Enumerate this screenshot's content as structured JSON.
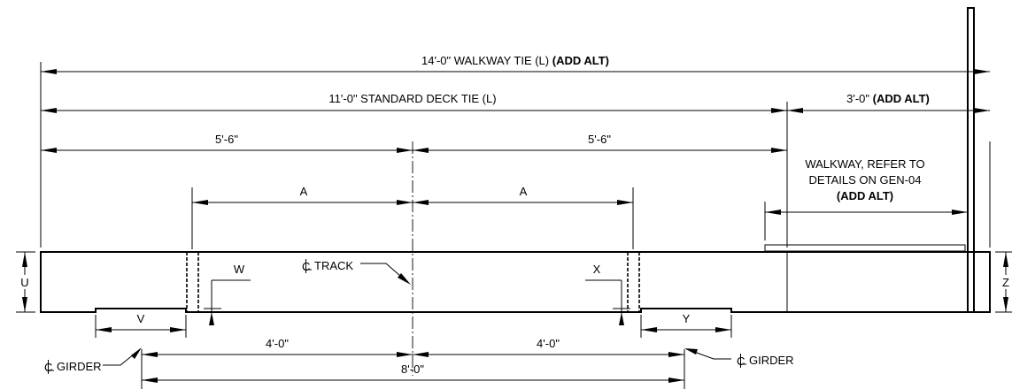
{
  "dimensions": {
    "walkway_tie": {
      "text": "14'-0\" WALKWAY TIE (L) ",
      "alt": "(ADD ALT)"
    },
    "standard_deck_tie": "11'-0\" STANDARD DECK TIE (L)",
    "walkway_extension": {
      "text": "3'-0\" ",
      "alt": "(ADD ALT)"
    },
    "half_left": "5'-6\"",
    "half_right": "5'-6\"",
    "a_left": "A",
    "a_right": "A",
    "girder_left": "4'-0\"",
    "girder_right": "4'-0\"",
    "girder_spacing": "8'-0\"",
    "u": "U",
    "v": "V",
    "w": "W",
    "x": "X",
    "y": "Y",
    "z": "Z"
  },
  "callouts": {
    "walkway_note": [
      "WALKWAY, REFER TO",
      "DETAILS ON GEN-04",
      "(ADD ALT)"
    ],
    "track_cl": "TRACK",
    "girder_left_cl": "GIRDER",
    "girder_right_cl": "GIRDER"
  }
}
